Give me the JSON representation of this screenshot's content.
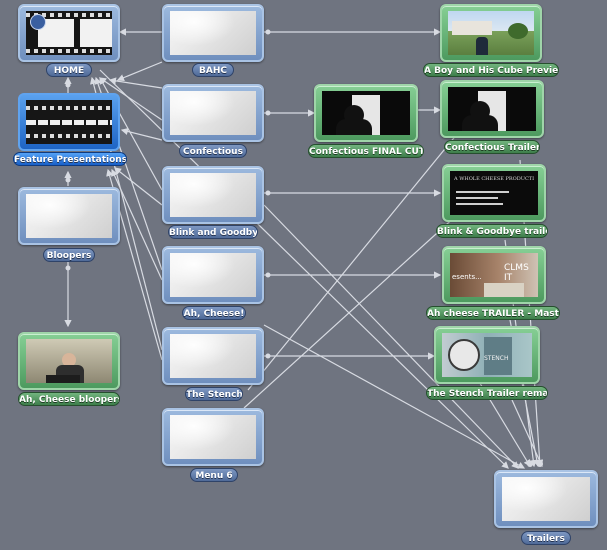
{
  "app": "iDVD Map View",
  "nodes": {
    "home": {
      "label": "HOME"
    },
    "bahc": {
      "label": "BAHC"
    },
    "confectious": {
      "label": "Confectious"
    },
    "feature_presentations": {
      "label": "Feature Presentations"
    },
    "blink_and_goodbye": {
      "label": "Blink and Goodbye"
    },
    "bloopers": {
      "label": "Bloopers"
    },
    "ah_cheese": {
      "label": "Ah, Cheese!"
    },
    "the_stench": {
      "label": "The Stench"
    },
    "menu_6": {
      "label": "Menu 6"
    },
    "ah_cheese_bloopers": {
      "label": "Ah, Cheese bloopers"
    },
    "boy_cube_preview": {
      "label": "A Boy and His Cube Preview"
    },
    "confectious_final_cut": {
      "label": "Confectious FINAL CUT"
    },
    "confectious_trailer": {
      "label": "Confectious Trailer"
    },
    "blink_goodbye_trailer": {
      "label": "Blink & Goodbye trailer"
    },
    "ah_cheese_trailer": {
      "label": "Ah cheese TRAILER - Mast..."
    },
    "stench_trailer_remake": {
      "label": "The Stench Trailer remake"
    },
    "trailers": {
      "label": "Trailers"
    }
  },
  "thumbnail_text": {
    "blink_trailer_title": "A WHOLE CHEESE PRODUCTION",
    "cheese_trailer_overlay": "CLMS IT",
    "cheese_trailer_sub": "esents...",
    "stench_trailer_sign": "STENCH"
  },
  "colors": {
    "background": "#6f7480",
    "menu_node": "#8aaad6",
    "movie_node": "#6fc082",
    "selected_node": "#2f7be0",
    "link_line": "#d8dbe2"
  },
  "icons": {
    "home_logo": "dvd-disc-icon"
  }
}
